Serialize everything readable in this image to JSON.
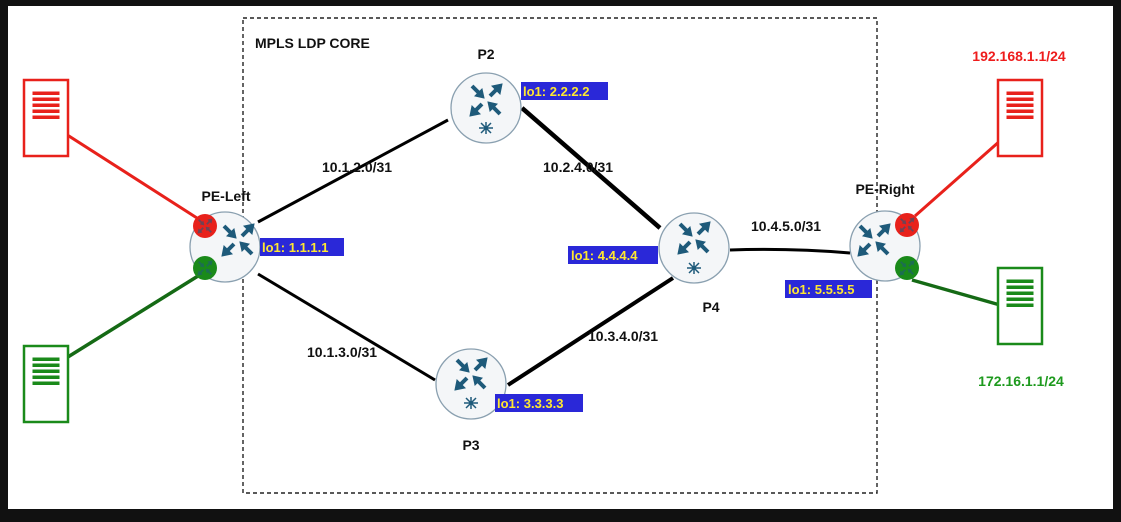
{
  "colors": {
    "frame_bg": "#111111",
    "canvas_bg": "#ffffff",
    "red": "#e8211b",
    "red_text": "#ee1c1c",
    "green": "#1a8a1a",
    "green_text": "#1e9a1e",
    "router_arrow": "#1e5a7a",
    "lo_bg": "#2a28d8",
    "lo_text": "#ffe830"
  },
  "core_label": "MPLS LDP CORE",
  "routers": {
    "pe_left": {
      "name": "PE-Left",
      "loopback": "lo1: 1.1.1.1"
    },
    "p2": {
      "name": "P2",
      "loopback": "lo1: 2.2.2.2"
    },
    "p3": {
      "name": "P3",
      "loopback": "lo1: 3.3.3.3"
    },
    "p4": {
      "name": "P4",
      "loopback": "lo1: 4.4.4.4"
    },
    "pe_right": {
      "name": "PE-Right",
      "loopback": "lo1: 5.5.5.5"
    }
  },
  "links": {
    "pe_left_p2": "10.1.2.0/31",
    "pe_left_p3": "10.1.3.0/31",
    "p2_p4": "10.2.4.0/31",
    "p3_p4": "10.3.4.0/31",
    "p4_pe_right": "10.4.5.0/31"
  },
  "customers": {
    "red_subnet": "192.168.1.1/24",
    "green_subnet": "172.16.1.1/24"
  },
  "icons": [
    "router-icon",
    "server-icon",
    "vrf-dot-icon"
  ]
}
